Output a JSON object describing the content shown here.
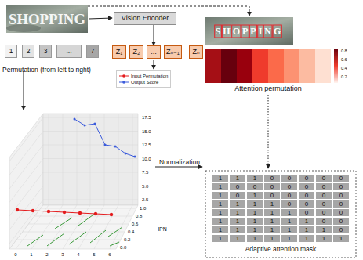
{
  "diagram": {
    "nodes": [
      {
        "text": [
          "Vision Encoder"
        ]
      },
      {
        "text": [
          "1"
        ]
      },
      {
        "text": [
          "2"
        ]
      },
      {
        "text": [
          "3"
        ]
      },
      {
        "text": [
          "..."
        ]
      },
      {
        "text": [
          "7"
        ]
      },
      {
        "text": [
          "Z₁"
        ]
      },
      {
        "text": [
          "Z₂"
        ]
      },
      {
        "text": [
          "..."
        ]
      },
      {
        "text": [
          "Zₙ₋₁"
        ]
      },
      {
        "text": [
          "Zₙ"
        ]
      }
    ],
    "edges": [
      {
        "from": 0,
        "to": 8,
        "arrow": "to"
      }
    ],
    "labels": [
      "SHOPPING",
      "SHOPPING",
      "Permutation (from left to right)",
      "0.8",
      "0.6",
      "0.4",
      "0.2",
      "Attention permutation",
      "Normalization",
      "0",
      "1",
      "2",
      "3",
      "4",
      "5",
      "6",
      "0.0",
      "0.2",
      "0.4",
      "0.6",
      "0.8",
      "1.0",
      "2.5",
      "5.0",
      "7.5",
      "10.0",
      "12.5",
      "15.0",
      "17.5",
      "IPN",
      "Adaptive attention mask",
      "1",
      "1",
      "1",
      "0",
      "0",
      "0",
      "0",
      "0",
      "1",
      "0",
      "0",
      "0",
      "0",
      "0",
      "0",
      "0",
      "1",
      "0",
      "1",
      "0",
      "0",
      "0",
      "0",
      "0",
      "1",
      "1",
      "1",
      "1",
      "0",
      "0",
      "0",
      "0",
      "1",
      "1",
      "1",
      "1",
      "1",
      "0",
      "0",
      "0",
      "1",
      "1",
      "1",
      "1",
      "1",
      "1",
      "0",
      "0",
      "1",
      "1",
      "1",
      "1",
      "1",
      "1",
      "1",
      "0",
      "1",
      "1",
      "1",
      "1",
      "1",
      "1",
      "1",
      "1"
    ],
    "legend": [
      {
        "text": "Input Permutation"
      },
      {
        "text": "Output Score"
      }
    ]
  }
}
